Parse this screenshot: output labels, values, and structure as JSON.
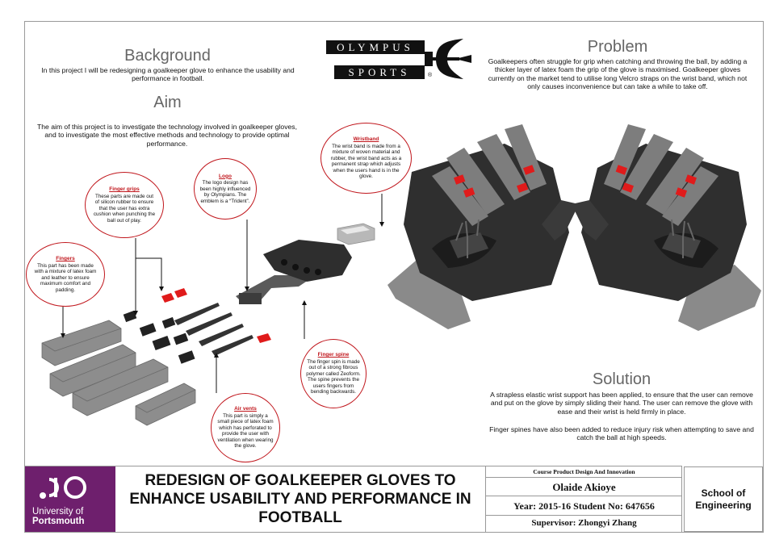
{
  "background": {
    "heading": "Background",
    "text": "In this project I will be redesigning a goalkeeper glove to enhance the usability and performance in football."
  },
  "aim": {
    "heading": "Aim",
    "text": "The aim of this project is to investigate the technology involved in goalkeeper gloves, and to investigate the most effective methods and technology to provide optimal performance."
  },
  "problem": {
    "heading": "Problem",
    "text": "Goalkeepers often struggle for grip when catching and throwing the ball, by adding a thicker layer of latex foam the grip of the glove is maximised. Goalkeeper gloves currently on the market tend to utilise long Velcro straps on the wrist band, which not only causes inconvenience but can take a while to take off."
  },
  "solution": {
    "heading": "Solution",
    "text1": "A strapless elastic wrist support has been applied,  to ensure that the user can remove and put on the glove by simply sliding their hand. The user can remove the glove with ease and their wrist is held firmly in place.",
    "text2": "Finger spines have also been added to reduce injury risk when attempting to save and catch the ball at high speeds."
  },
  "logo": {
    "line1": "OLYMPUS",
    "line2": "SPORTS",
    "registered": "®",
    "colors": {
      "dark": "#111111",
      "white": "#ffffff"
    }
  },
  "callouts": {
    "wristband": {
      "title": "Wristband",
      "text": "The wrist band is made from a mixture of woven material and rubber, the wrist band acts as a permanent strap which adjusts when the users hand is in the glove."
    },
    "logo": {
      "title": "Logo",
      "text": "The logo design has been highly influenced by Olympians. The emblem is a “Trident”."
    },
    "finger_grips": {
      "title": "Finger grips",
      "text": "These parts are made out of silicon rubber to ensure that the user has extra cushion when punching the ball out of play."
    },
    "fingers": {
      "title": "Fingers",
      "text": "This part has been made with a mixture of latex foam and leather to ensure maximum comfort and padding."
    },
    "finger_spine": {
      "title": "Finger spine",
      "text": "The finger spin is made out of a strong fibrous polymer called Zeoform. The spine prevents the users fingers from bending backwards."
    },
    "air_vents": {
      "title": "Air vents",
      "text": "This part is simply a small piece of latex foam which has perforated to provide the user with ventilation when wearing the glove."
    }
  },
  "footer": {
    "university_line1": "University of",
    "university_line2": "Portsmouth",
    "title": "REDESIGN OF GOALKEEPER GLOVES TO ENHANCE USABILITY AND PERFORMANCE IN FOOTBALL",
    "course": "Course  Product Design And Innovation",
    "student_name": "Olaide Akioye",
    "year_student": "Year: 2015-16  Student No: 647656",
    "supervisor": "Supervisor: Zhongyi Zhang",
    "school": "School of Engineering",
    "university_color": "#6e1f6d"
  },
  "accent_color": "#c0161c"
}
